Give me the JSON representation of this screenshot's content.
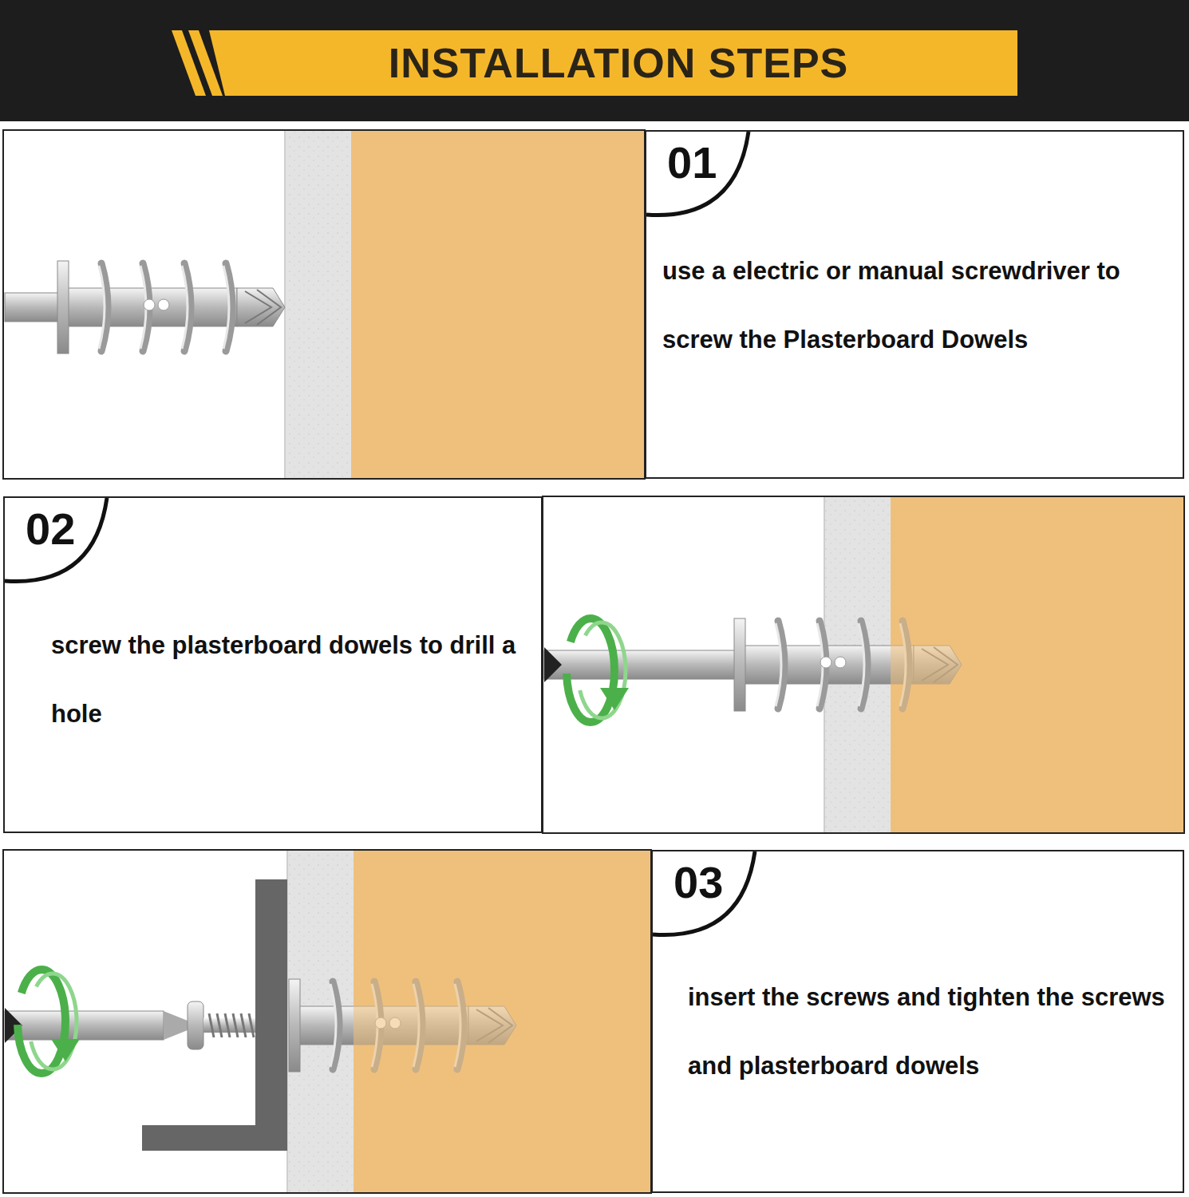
{
  "diagram": {
    "title": "INSTALLATION STEPS",
    "nodes": [
      {
        "text": [
          "01",
          "use a electric or manual screwdriver to screw the Plasterboard Dowels"
        ]
      },
      {
        "text": [
          "02",
          "screw the plasterboard dowels to drill a hole"
        ]
      },
      {
        "text": [
          "03",
          "insert the screws and tighten the screws and plasterboard dowels"
        ]
      }
    ]
  }
}
